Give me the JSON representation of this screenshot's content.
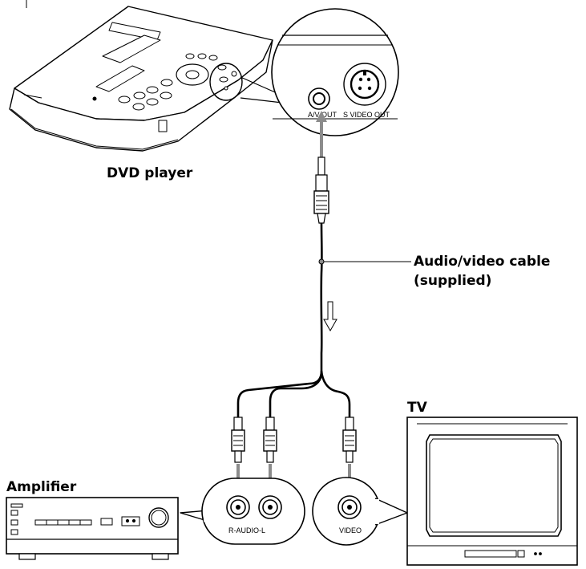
{
  "labels": {
    "dvd_player": "DVD player",
    "cable_line1": "Audio/video cable",
    "cable_line2": "(supplied)",
    "amplifier": "Amplifier",
    "tv": "TV"
  },
  "jacks": {
    "av_out": "A/V OUT",
    "s_video_out": "S VIDEO OUT",
    "audio": "R-AUDIO-L",
    "video": "VIDEO"
  },
  "colors": {
    "line": "#000000",
    "arrow": "#8c8c8c",
    "device_fill": "#ffffff"
  }
}
